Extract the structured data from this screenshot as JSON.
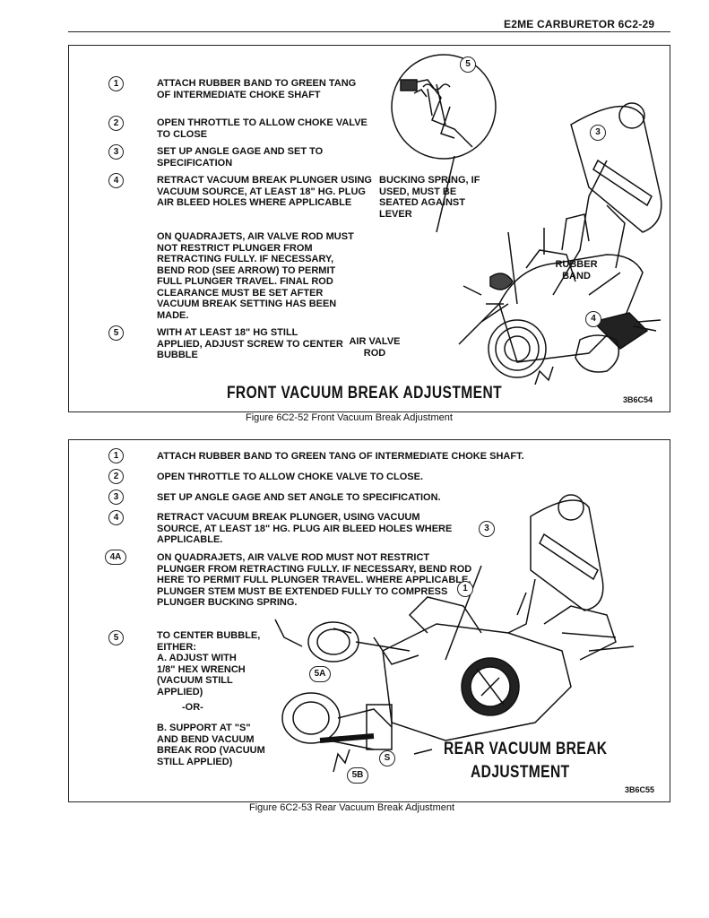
{
  "header": {
    "section": "E2ME CARBURETOR 6C2-29"
  },
  "figure1": {
    "steps": [
      {
        "num": "1",
        "text": "ATTACH RUBBER BAND TO GREEN TANG OF INTERMEDIATE CHOKE SHAFT"
      },
      {
        "num": "2",
        "text": "OPEN THROTTLE TO ALLOW CHOKE VALVE TO CLOSE"
      },
      {
        "num": "3",
        "text": "SET UP ANGLE GAGE AND SET TO SPECIFICATION"
      },
      {
        "num": "4",
        "text": "RETRACT VACUUM BREAK PLUNGER USING VACUUM SOURCE, AT LEAST 18\" HG. PLUG AIR BLEED HOLES WHERE APPLICABLE"
      },
      {
        "num": "5",
        "text": "WITH AT LEAST 18\" HG STILL APPLIED, ADJUST SCREW TO CENTER BUBBLE"
      }
    ],
    "note": "ON QUADRAJETS, AIR VALVE ROD MUST NOT RESTRICT PLUNGER FROM RETRACTING FULLY. IF NECESSARY, BEND ROD (SEE ARROW) TO PERMIT FULL PLUNGER TRAVEL. FINAL ROD CLEARANCE MUST BE SET AFTER VACUUM BREAK SETTING HAS BEEN MADE.",
    "labels": {
      "bucking_spring": "BUCKING SPRING, IF USED, MUST BE SEATED AGAINST LEVER",
      "rubber_band": "RUBBER BAND",
      "air_valve_rod": "AIR VALVE ROD"
    },
    "callouts": {
      "c5": "5",
      "c3": "3",
      "c4": "4"
    },
    "title": "FRONT VACUUM BREAK ADJUSTMENT",
    "code": "3B6C54",
    "caption": "Figure 6C2-52 Front Vacuum Break Adjustment"
  },
  "figure2": {
    "steps": [
      {
        "num": "1",
        "text": "ATTACH RUBBER BAND TO GREEN TANG OF INTERMEDIATE CHOKE SHAFT."
      },
      {
        "num": "2",
        "text": "OPEN THROTTLE TO ALLOW CHOKE VALVE TO CLOSE."
      },
      {
        "num": "3",
        "text": "SET UP ANGLE GAGE AND SET ANGLE TO SPECIFICATION."
      },
      {
        "num": "4",
        "text": "RETRACT VACUUM BREAK PLUNGER, USING VACUUM SOURCE, AT LEAST 18\" HG. PLUG AIR BLEED HOLES WHERE APPLICABLE."
      },
      {
        "num": "4A",
        "text": "ON QUADRAJETS, AIR VALVE ROD MUST NOT RESTRICT PLUNGER FROM RETRACTING FULLY. IF NECESSARY, BEND ROD HERE TO PERMIT FULL PLUNGER TRAVEL. WHERE APPLICABLE, PLUNGER STEM MUST BE EXTENDED FULLY TO COMPRESS PLUNGER BUCKING SPRING."
      },
      {
        "num": "5",
        "text": "TO CENTER BUBBLE, EITHER:"
      }
    ],
    "option_a": "A. ADJUST WITH 1/8\" HEX WRENCH (VACUUM STILL APPLIED)",
    "or": "-OR-",
    "option_b": "B. SUPPORT AT \"S\" AND BEND VACUUM BREAK ROD (VACUUM STILL APPLIED)",
    "callouts": {
      "c3": "3",
      "c1": "1",
      "c5a": "5A",
      "c5b": "5B",
      "cs": "S"
    },
    "title_line1": "REAR VACUUM BREAK",
    "title_line2": "ADJUSTMENT",
    "code": "3B6C55",
    "caption": "Figure 6C2-53 Rear Vacuum Break Adjustment"
  }
}
